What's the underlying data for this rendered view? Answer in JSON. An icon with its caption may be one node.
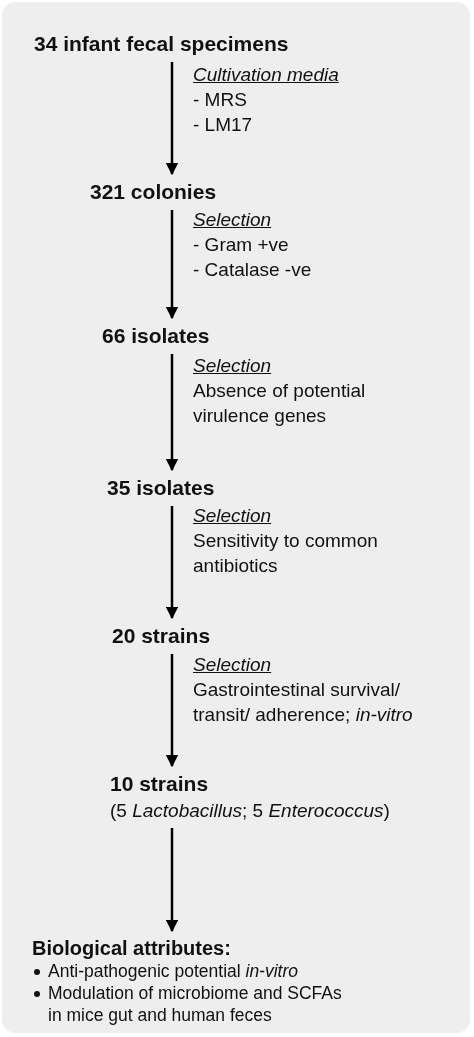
{
  "diagram": {
    "nodes": [
      {
        "text": [
          "34 infant fecal specimens"
        ]
      },
      {
        "text": [
          "321 colonies"
        ]
      },
      {
        "text": [
          "66 isolates"
        ]
      },
      {
        "text": [
          "35 isolates"
        ]
      },
      {
        "text": [
          "20 strains"
        ]
      },
      {
        "text": [
          "10 strains",
          "(5 *Lactobacillus*; 5 *Enterococcus*)"
        ]
      },
      {
        "text": [
          "Biological attributes:",
          "Anti-pathogenic potential *in-vitro*",
          "Modulation of microbiome and SCFAs in mice gut and human feces"
        ]
      }
    ],
    "edges": [
      {
        "from": 0,
        "to": 1,
        "arrow": "to",
        "label": "Cultivation media"
      },
      {
        "from": 1,
        "to": 2,
        "arrow": "to",
        "label": "Selection"
      },
      {
        "from": 2,
        "to": 3,
        "arrow": "to",
        "label": "Selection"
      },
      {
        "from": 3,
        "to": 4,
        "arrow": "to",
        "label": "Selection"
      },
      {
        "from": 4,
        "to": 5,
        "arrow": "to",
        "label": "Selection"
      },
      {
        "from": 5,
        "to": 6,
        "arrow": "to"
      }
    ],
    "labels": [
      "- MRS",
      "- LM17",
      "- Gram +ve",
      "- Catalase -ve",
      "Absence of potential virulence genes",
      "Sensitivity to common antibiotics",
      "Gastrointestinal survival/ transit/ adherence; *in-vitro*"
    ]
  }
}
